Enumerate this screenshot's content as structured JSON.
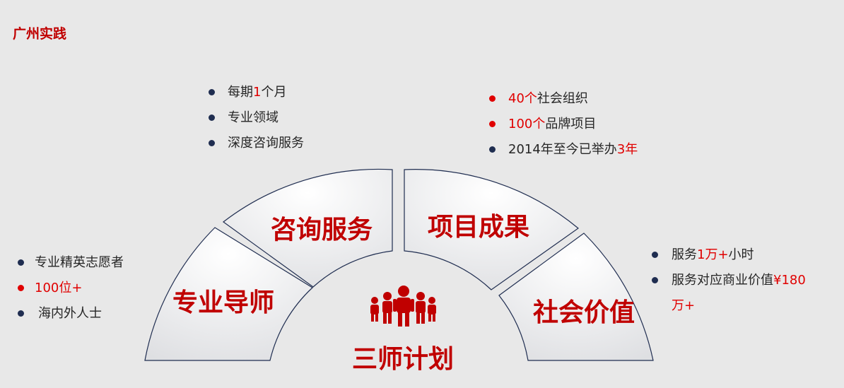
{
  "title": "广州实践",
  "center": {
    "label": "三师计划",
    "icon": "people-group-icon"
  },
  "segments": [
    {
      "label": "专业导师"
    },
    {
      "label": "咨询服务"
    },
    {
      "label": "项目成果"
    },
    {
      "label": "社会价值"
    }
  ],
  "lists": {
    "consulting": [
      "每期",
      "1",
      "个月",
      "专业领域",
      "深度咨询服务"
    ],
    "results": [
      "40个",
      "社会组织",
      "100个",
      "品牌项目",
      "2014年至今已举办",
      "3年"
    ],
    "mentors": [
      "专业精英志愿者",
      "100位+",
      "海内外人士"
    ],
    "value": [
      "服务",
      "1万+",
      "小时",
      "服务对应商业价值",
      "¥180",
      "万+"
    ]
  },
  "colors": {
    "accent": "#c00000",
    "bullet": "#1f2d50",
    "outline": "#1f2d50"
  }
}
